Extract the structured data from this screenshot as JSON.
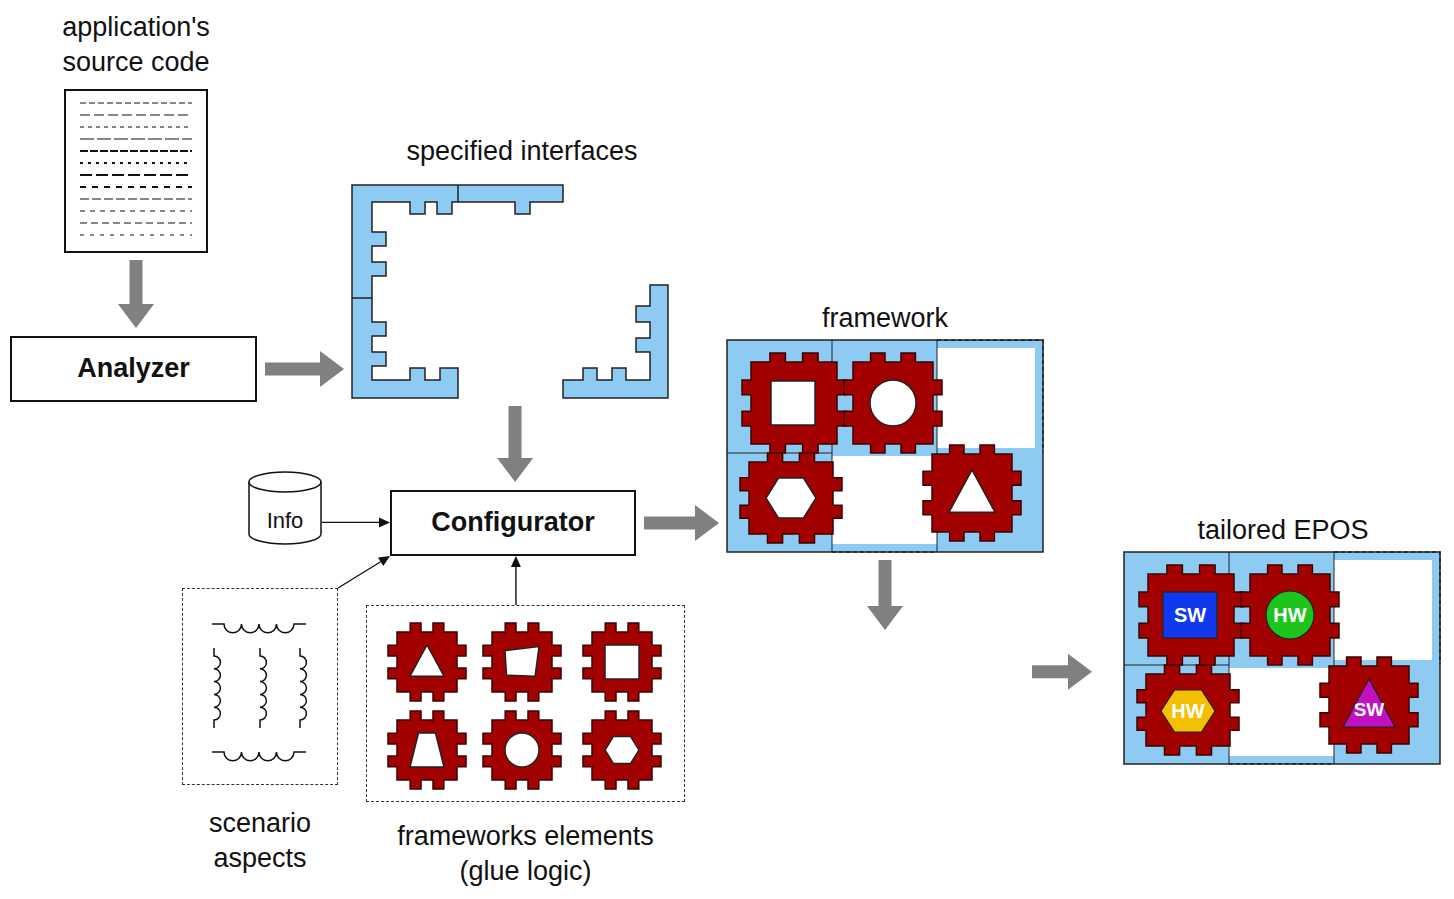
{
  "diagram": {
    "nodes": [
      {
        "text": [
          "application's source code"
        ]
      },
      {
        "text": [
          "Analyzer"
        ]
      },
      {
        "text": [
          "specified interfaces"
        ]
      },
      {
        "text": [
          "Info"
        ]
      },
      {
        "text": [
          "Configurator"
        ]
      },
      {
        "text": [
          "scenario aspects"
        ]
      },
      {
        "text": [
          "frameworks elements (glue logic)"
        ]
      },
      {
        "text": [
          "framework"
        ]
      },
      {
        "text": [
          "tailored EPOS"
        ]
      },
      {
        "text": [
          "SW"
        ],
        "in": 8
      },
      {
        "text": [
          "HW"
        ],
        "in": 8
      },
      {
        "text": [
          "HW"
        ],
        "in": 8
      },
      {
        "text": [
          "SW"
        ],
        "in": 8
      }
    ],
    "edges": [
      {
        "from": 0,
        "to": 1,
        "arrow": "to"
      },
      {
        "from": 1,
        "to": 2,
        "arrow": "to"
      },
      {
        "from": 2,
        "to": 4,
        "arrow": "to"
      },
      {
        "from": 3,
        "to": 4,
        "arrow": "to"
      },
      {
        "from": 5,
        "to": 4,
        "arrow": "to"
      },
      {
        "from": 6,
        "to": 4,
        "arrow": "to"
      },
      {
        "from": 4,
        "to": 7,
        "arrow": "to"
      },
      {
        "from": 7,
        "to": 8,
        "arrow": "to"
      }
    ]
  }
}
